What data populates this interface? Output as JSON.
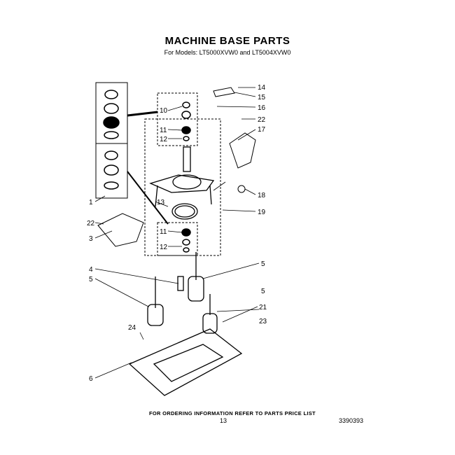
{
  "header": {
    "title": "MACHINE BASE PARTS",
    "subtitle": "For Models: LT5000XVW0 and LT5004XVW0"
  },
  "callouts": [
    "14",
    "15",
    "16",
    "22",
    "17",
    "10",
    "11",
    "12",
    "18",
    "19",
    "13",
    "1",
    "22",
    "3",
    "11",
    "12",
    "4",
    "5",
    "5",
    "5",
    "21",
    "23",
    "24",
    "6"
  ],
  "footer": {
    "ordering_note": "FOR ORDERING INFORMATION REFER TO PARTS PRICE LIST",
    "page_number": "13",
    "document_number": "3390393"
  }
}
